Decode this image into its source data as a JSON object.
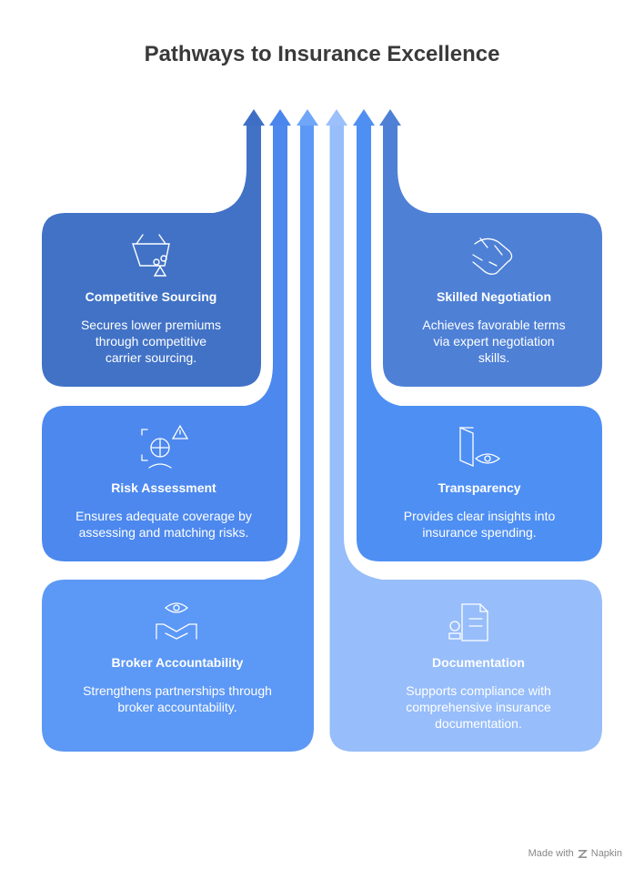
{
  "title": "Pathways to Insurance Excellence",
  "colors": {
    "dark_blue": "#3f6fc4",
    "mid_blue": "#4f8ff2",
    "light_blue": "#6fa6f7",
    "pale_blue": "#9cc0fb"
  },
  "cards": [
    {
      "id": "competitive-sourcing",
      "icon": "basket-icon",
      "title": "Competitive Sourcing",
      "description": [
        "Secures lower premiums",
        "through competitive",
        "carrier sourcing."
      ]
    },
    {
      "id": "skilled-negotiation",
      "icon": "handshake-sketch-icon",
      "title": "Skilled Negotiation",
      "description": [
        "Achieves favorable terms",
        "via expert negotiation",
        "skills."
      ]
    },
    {
      "id": "risk-assessment",
      "icon": "risk-scan-icon",
      "title": "Risk Assessment",
      "description": [
        "Ensures adequate coverage by",
        "assessing and matching risks."
      ]
    },
    {
      "id": "transparency",
      "icon": "door-eye-icon",
      "title": "Transparency",
      "description": [
        "Provides clear insights into",
        "insurance spending."
      ]
    },
    {
      "id": "broker-accountability",
      "icon": "eye-handshake-icon",
      "title": "Broker Accountability",
      "description": [
        "Strengthens partnerships through",
        "broker accountability."
      ]
    },
    {
      "id": "documentation",
      "icon": "document-stamp-icon",
      "title": "Documentation",
      "description": [
        "Supports compliance with",
        "comprehensive insurance",
        "documentation."
      ]
    }
  ],
  "footer": {
    "made_with": "Made with",
    "brand": "Napkin"
  }
}
